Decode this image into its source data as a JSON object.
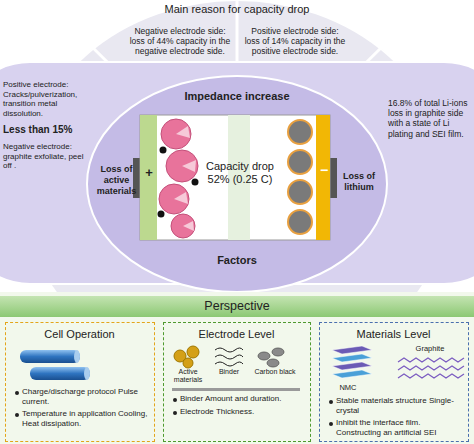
{
  "diagram": {
    "title": "Main reason for capacity drop",
    "nodes": [
      {
        "text": [
          "Negative electrode side: loss of 44% capacity in the negative electrode side."
        ]
      },
      {
        "text": [
          "Positive electrode side: loss of 14% capacity in the positive electrode side."
        ]
      },
      {
        "text": [
          "Positive electrode: Cracks/pulverization, transition metal dissolution.",
          "Less than 15%",
          "Negative electrode: graphite exfoliate, peel off ."
        ]
      },
      {
        "text": [
          "16.8% of total Li-ions loss in graphite side with a state of Li plating and SEI film."
        ]
      },
      {
        "text": [
          "Impedance increase",
          "Loss of active materials",
          "Loss of lithium",
          "Factors"
        ]
      },
      {
        "text": [
          "+",
          "Capacity drop 52% (0.25 C)",
          "−"
        ],
        "in": 4
      },
      {
        "text": [
          "Perspective"
        ]
      },
      {
        "text": [
          "Cell Operation",
          "Charge/discharge protocol Pulse current.",
          "Temperature in application Cooling, Heat dissipation."
        ]
      },
      {
        "text": [
          "Electrode Level",
          "Active materials",
          "Binder",
          "Carbon black",
          "Binder Amount and duration.",
          "Electrode Thickness."
        ]
      },
      {
        "text": [
          "Materials Level",
          "NMC",
          "Graphite",
          "Stable materials structure Single-crystal",
          "Inhibit the interface film. Constructing an artificial SEI"
        ]
      }
    ]
  }
}
